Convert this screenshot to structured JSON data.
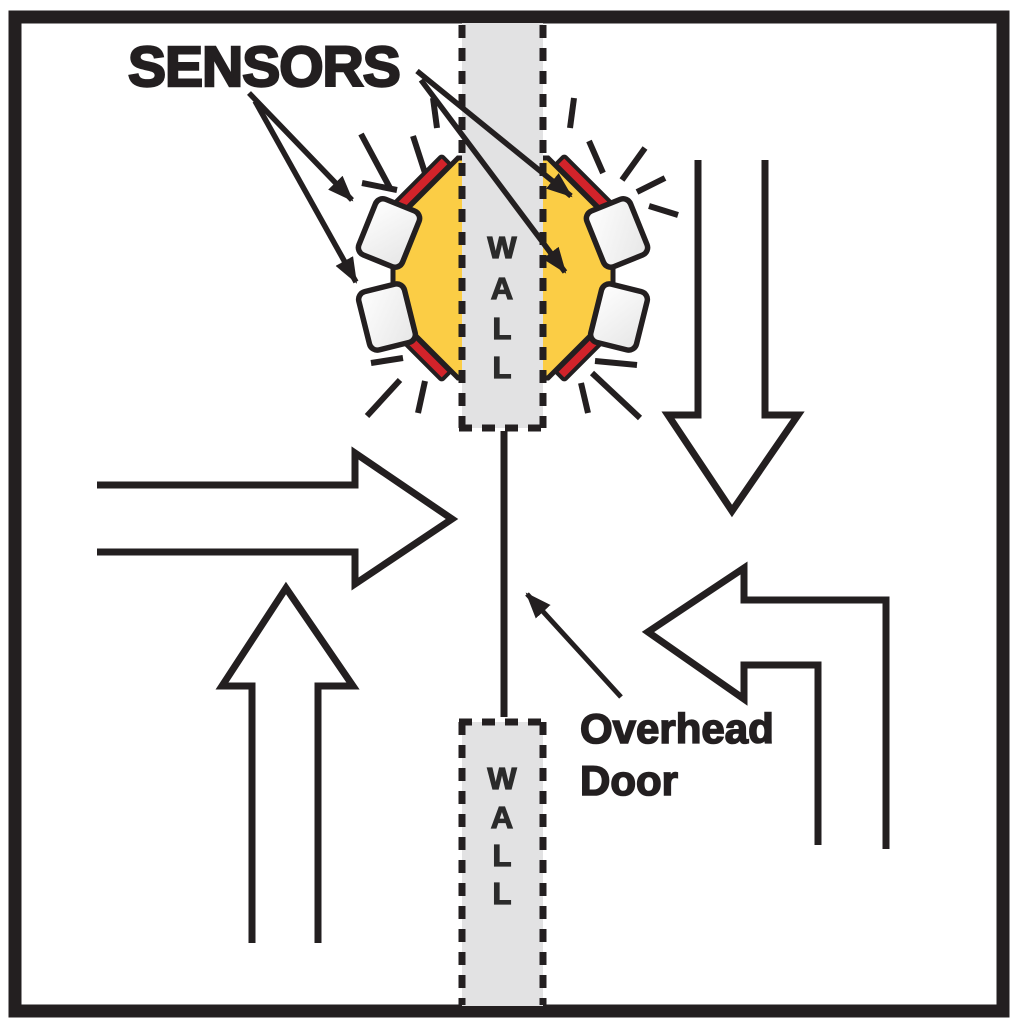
{
  "diagram": {
    "title": "SENSORS",
    "door_label_line1": "Overhead",
    "door_label_line2": "Door",
    "wall_letters": [
      "W",
      "A",
      "L",
      "L"
    ],
    "colors": {
      "hub_yellow": "#FBCD45",
      "emitter_red": "#D2232A",
      "wall_gray": "#E2E2E3",
      "ink_black": "#231F20"
    }
  }
}
